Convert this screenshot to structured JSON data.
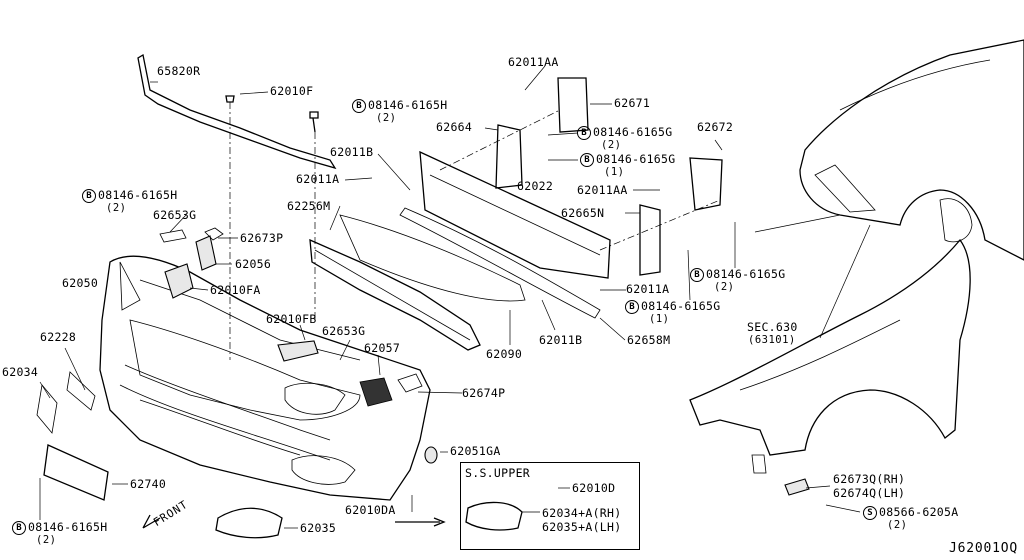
{
  "labels": {
    "p65820R": "65820R",
    "p62010F": "62010F",
    "b08146_6165H_top": "08146-6165H",
    "q2_top": "(2)",
    "p62011AA_top": "62011AA",
    "p62671": "62671",
    "p62664": "62664",
    "b08146_6165G_a": "08146-6165G",
    "q2_a": "(2)",
    "p62672": "62672",
    "p62011B_top": "62011B",
    "b08146_6165G_b": "08146-6165G",
    "q1_b": "(1)",
    "p62011A_left": "62011A",
    "p62022": "62022",
    "p62011AA_right": "62011AA",
    "b08146_6165H_left": "08146-6165H",
    "q2_left": "(2)",
    "p62653G_top": "62653G",
    "p62256M": "62256M",
    "p62665N": "62665N",
    "p62673P": "62673P",
    "p62056": "62056",
    "b08146_6165G_c": "08146-6165G",
    "q2_c": "(2)",
    "p62050": "62050",
    "p62010FA": "62010FA",
    "p62011A_mid": "62011A",
    "b08146_6165G_d": "08146-6165G",
    "q1_d": "(1)",
    "p62010FB": "62010FB",
    "p62228": "62228",
    "p62653G_mid": "62653G",
    "p62057": "62057",
    "p62090": "62090",
    "p62011B_mid": "62011B",
    "p62658M": "62658M",
    "sec630": "SEC.630",
    "sec63101": "(63101)",
    "p62034": "62034",
    "p62674P": "62674P",
    "p62051GA": "62051GA",
    "p62740": "62740",
    "b08146_6165H_bot": "08146-6165H",
    "q2_bot": "(2)",
    "front": "FRONT",
    "p62035": "62035",
    "p62010DA": "62010DA",
    "p62010D": "62010D",
    "p62034A": "62034+A(RH)",
    "p62035A": "62035+A(LH)",
    "p62673Q": "62673Q(RH)",
    "p62674Q": "62674Q(LH)",
    "s08566_6205A": "08566-6205A",
    "q2_s": "(2)"
  },
  "inset": {
    "title": "S.S.UPPER"
  },
  "bolt_symbols": {
    "b": "B",
    "s": "S"
  },
  "code": "J62001OQ"
}
